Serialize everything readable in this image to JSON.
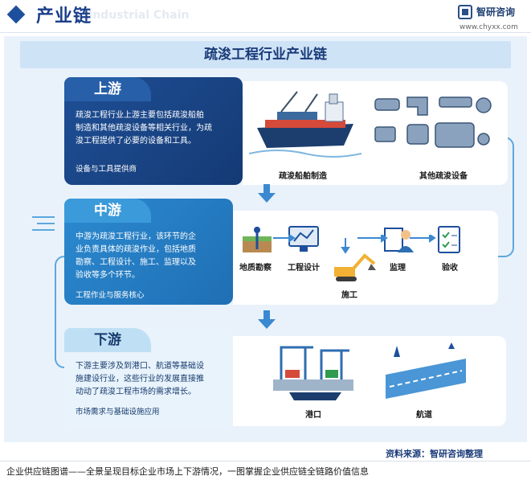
{
  "header": {
    "title": "产业链",
    "ghost_text": "Industrial Chain",
    "brand_name": "智研咨询",
    "brand_url": "www.chyxx.com"
  },
  "main": {
    "title": "疏浚工程行业产业链"
  },
  "upstream": {
    "tab": "上游",
    "description_lines": [
      "疏浚工程行业上游主要包括疏浚船舶",
      "制造和其他疏浚设备等相关行业，为疏",
      "浚工程提供了必要的设备和工具。"
    ],
    "footer": "设备与工具提供商",
    "items": [
      {
        "label": "疏浚船舶制造",
        "icon": "dredger-ship-icon"
      },
      {
        "label": "其他疏浚设备",
        "icon": "pipe-equipment-icon"
      }
    ]
  },
  "midstream": {
    "tab": "中游",
    "description_lines": [
      "中游为疏浚工程行业，该环节的企",
      "业负责具体的疏浚作业，包括地质",
      "勘察、工程设计、施工、监理以及",
      "验收等多个环节。"
    ],
    "footer": "工程作业与服务核心",
    "items": [
      {
        "label": "地质勘察",
        "icon": "survey-icon"
      },
      {
        "label": "工程设计",
        "icon": "design-monitor-icon"
      },
      {
        "label": "施工",
        "icon": "excavator-icon"
      },
      {
        "label": "监理",
        "icon": "supervisor-icon"
      },
      {
        "label": "验收",
        "icon": "checklist-icon"
      }
    ]
  },
  "downstream": {
    "tab": "下游",
    "description_lines": [
      "下游主要涉及到港口、航道等基础设",
      "施建设行业，这些行业的发展直接推",
      "动动了疏浚工程市场的需求增长。"
    ],
    "footer": "市场需求与基础设施应用",
    "items": [
      {
        "label": "港口",
        "icon": "port-crane-icon"
      },
      {
        "label": "航道",
        "icon": "waterway-icon"
      }
    ]
  },
  "source": "资料来源：智研咨询整理",
  "footer_text": "企业供应链图谱——全景呈现目标企业市场上下游情况，一图掌握企业供应链全链路价值信息",
  "colors": {
    "brand_dark": "#1a3b78",
    "upstream": "#1f4f96",
    "midstream": "#2c8ad0",
    "downstream": "#e8f3fb",
    "arrow": "#3b89d1"
  }
}
